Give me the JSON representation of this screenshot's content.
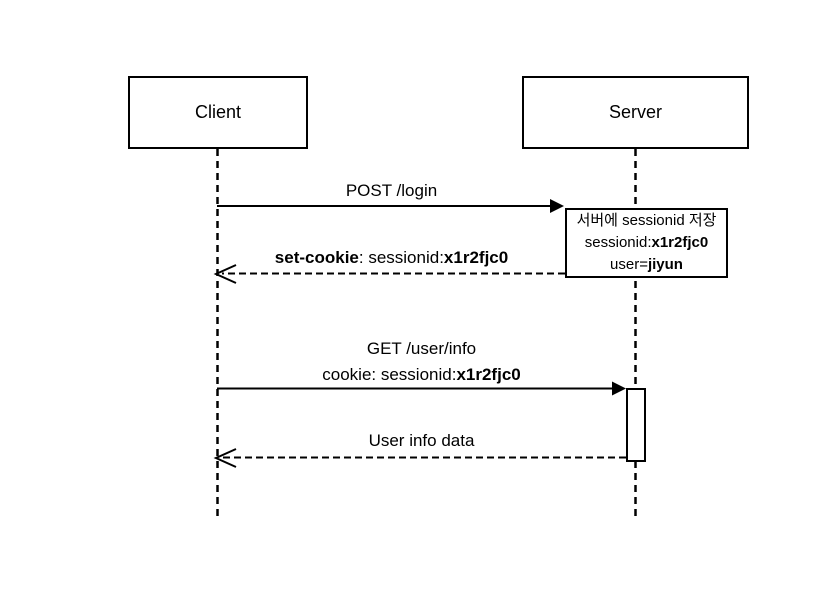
{
  "colors": {
    "line": "#000000",
    "bg": "#ffffff"
  },
  "diagram": {
    "type": "sequence-diagram",
    "actors": [
      {
        "id": "client",
        "label": "Client"
      },
      {
        "id": "server",
        "label": "Server"
      }
    ],
    "messages": [
      {
        "id": "post-login",
        "style": "solid-arrow",
        "from": "client",
        "to": "server",
        "label": "POST /login"
      },
      {
        "id": "set-cookie",
        "style": "dashed-return-arrow",
        "from": "server",
        "to": "client",
        "label_bold_prefix": "set-cookie",
        "label_mid": ": sessionid:",
        "label_bold_value": "x1r2fjc0"
      },
      {
        "id": "get-user-info",
        "style": "solid-arrow",
        "from": "client",
        "to": "server",
        "label_line1": "GET /user/info",
        "label_line2_prefix": "cookie: sessionid:",
        "label_line2_bold": "x1r2fjc0"
      },
      {
        "id": "user-info-data",
        "style": "dashed-return-arrow",
        "from": "server",
        "to": "client",
        "label": "User info data"
      }
    ],
    "note": {
      "attached_to": "server",
      "line1": "서버에 sessionid 저장",
      "line2_prefix": "sessionid:",
      "line2_bold": "x1r2fjc0",
      "line3_prefix": "user=",
      "line3_bold": "jiyun"
    }
  }
}
